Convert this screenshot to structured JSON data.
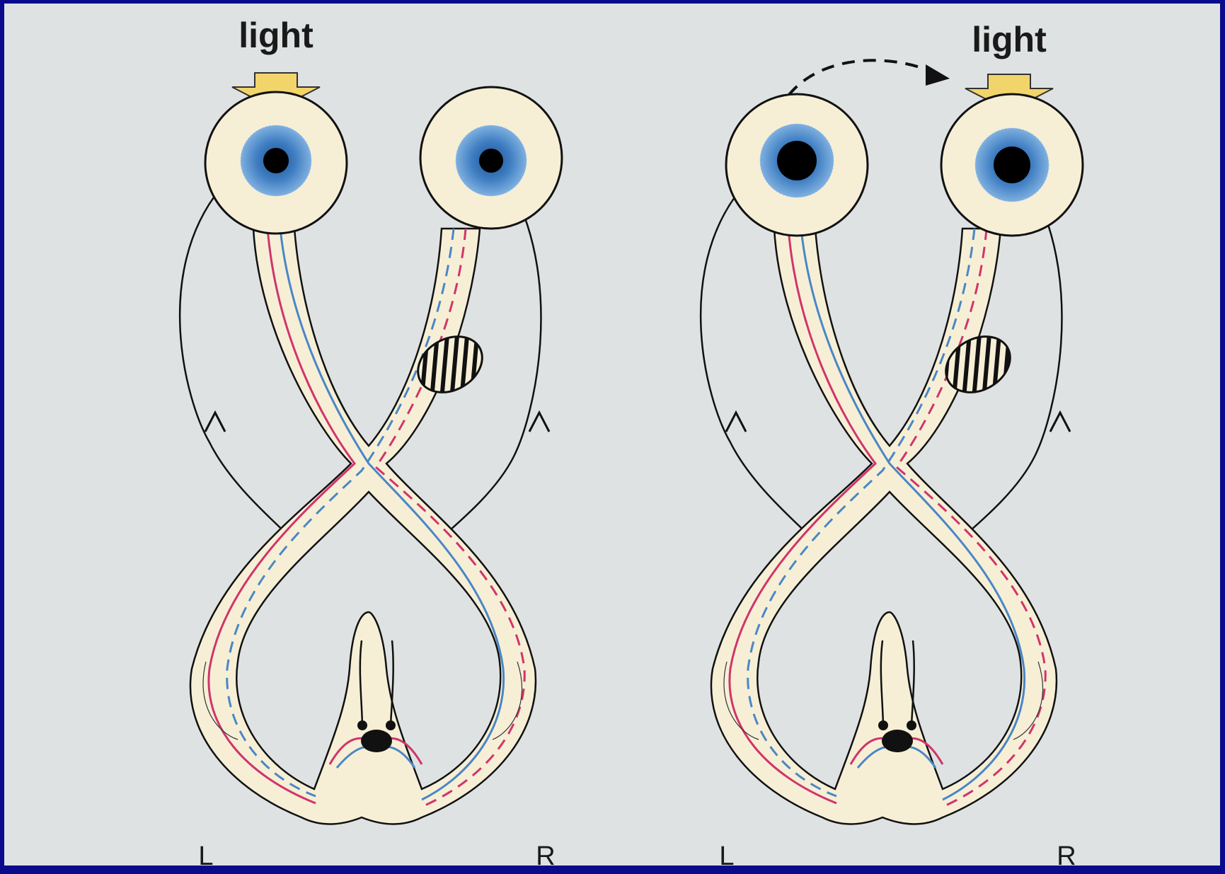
{
  "panels": [
    {
      "id": "left-panel",
      "light_label": "light",
      "side_left": "L",
      "side_right": "R"
    },
    {
      "id": "right-panel",
      "light_label": "light",
      "side_left": "L",
      "side_right": "R"
    }
  ],
  "colors": {
    "background": "#dfe2e3",
    "frame": "#0a0a8c",
    "nerve_fill": "#f6efd6",
    "brain": "#e8cfcb",
    "iris": "#3f7ec2",
    "arrow": "#f2d56a",
    "red_path": "#d1346a",
    "blue_path": "#4a86c7"
  },
  "icons": [
    "light-arrow-icon",
    "eye-icon",
    "lesion-icon",
    "dashed-swing-arrow-icon"
  ]
}
